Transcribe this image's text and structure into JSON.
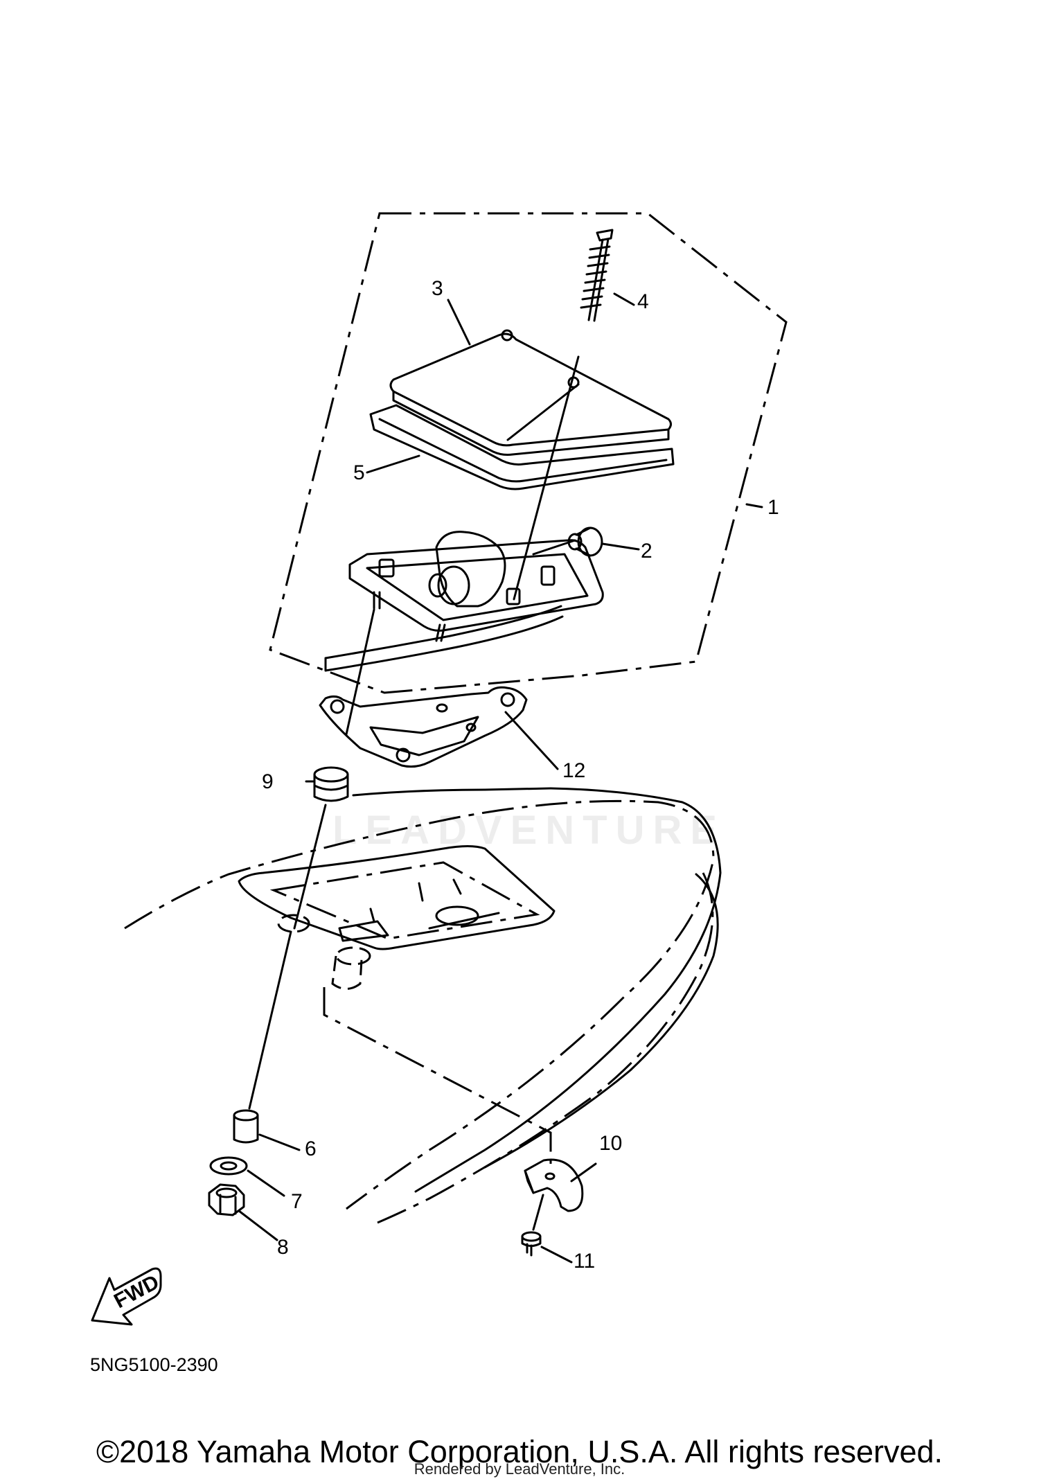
{
  "callouts": {
    "c1": "1",
    "c2": "2",
    "c3": "3",
    "c4": "4",
    "c5": "5",
    "c6": "6",
    "c7": "7",
    "c8": "8",
    "c9": "9",
    "c10": "10",
    "c11": "11",
    "c12": "12"
  },
  "fwd_label": "FWD",
  "diagram_code": "5NG5100-2390",
  "copyright": "©2018 Yamaha Motor Corporation, U.S.A. All rights reserved.",
  "rendered_by": "Rendered by LeadVenture, Inc.",
  "watermark": "LEADVENTURE"
}
